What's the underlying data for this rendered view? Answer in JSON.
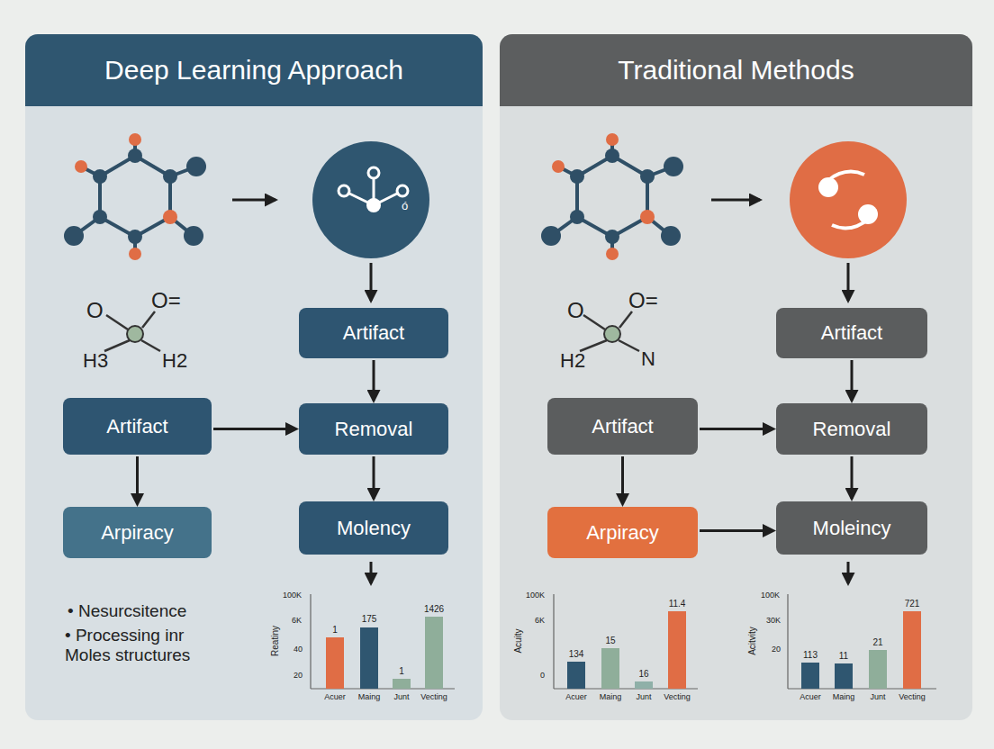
{
  "diagram": {
    "nodes": [
      {
        "text": [
          "Deep Learning Approach"
        ]
      },
      {
        "text": [
          "Artifact"
        ],
        "in": 0
      },
      {
        "text": [
          "Artifact"
        ],
        "in": 0
      },
      {
        "text": [
          "Removal"
        ],
        "in": 0
      },
      {
        "text": [
          "Arpiracy"
        ],
        "in": 0
      },
      {
        "text": [
          "Molency"
        ],
        "in": 0
      },
      {
        "text": [
          "Traditional Methods"
        ]
      },
      {
        "text": [
          "Artifact"
        ],
        "in": 6
      },
      {
        "text": [
          "Artifact"
        ],
        "in": 6
      },
      {
        "text": [
          "Removal"
        ],
        "in": 6
      },
      {
        "text": [
          "Arpiracy"
        ],
        "in": 6
      },
      {
        "text": [
          "Moleincy"
        ],
        "in": 6
      }
    ],
    "edges": [
      {
        "from": 1,
        "to": 3,
        "arrow": "to"
      },
      {
        "from": 2,
        "to": 3,
        "arrow": "to"
      },
      {
        "from": 2,
        "to": 4,
        "arrow": "to"
      },
      {
        "from": 3,
        "to": 5,
        "arrow": "to"
      },
      {
        "from": 7,
        "to": 9,
        "arrow": "to"
      },
      {
        "from": 8,
        "to": 9,
        "arrow": "to"
      },
      {
        "from": 8,
        "to": 10,
        "arrow": "to"
      },
      {
        "from": 9,
        "to": 11,
        "arrow": "to"
      },
      {
        "from": 10,
        "to": 11,
        "arrow": "to"
      }
    ],
    "labels": [
      "O",
      "O=",
      "H3",
      "H2",
      "ó",
      "• Nesurcsitence",
      "• Processing inr Moles structures",
      "100K",
      "6K",
      "40",
      "20",
      "Reatiny",
      "1",
      "175",
      "1",
      "1426",
      "Acuer",
      "Maing",
      "Junt",
      "Vecting",
      "O",
      "O=",
      "H2",
      "N",
      "100K",
      "6K",
      "0",
      "Acuity",
      "134",
      "15",
      "16",
      "11.4",
      "Acuer",
      "Maing",
      "Junt",
      "Vecting",
      "100K",
      "30K",
      "20",
      "Acitvity",
      "113",
      "11",
      "21",
      "721",
      "Acuer",
      "Maing",
      "Junt",
      "Vecting"
    ]
  }
}
